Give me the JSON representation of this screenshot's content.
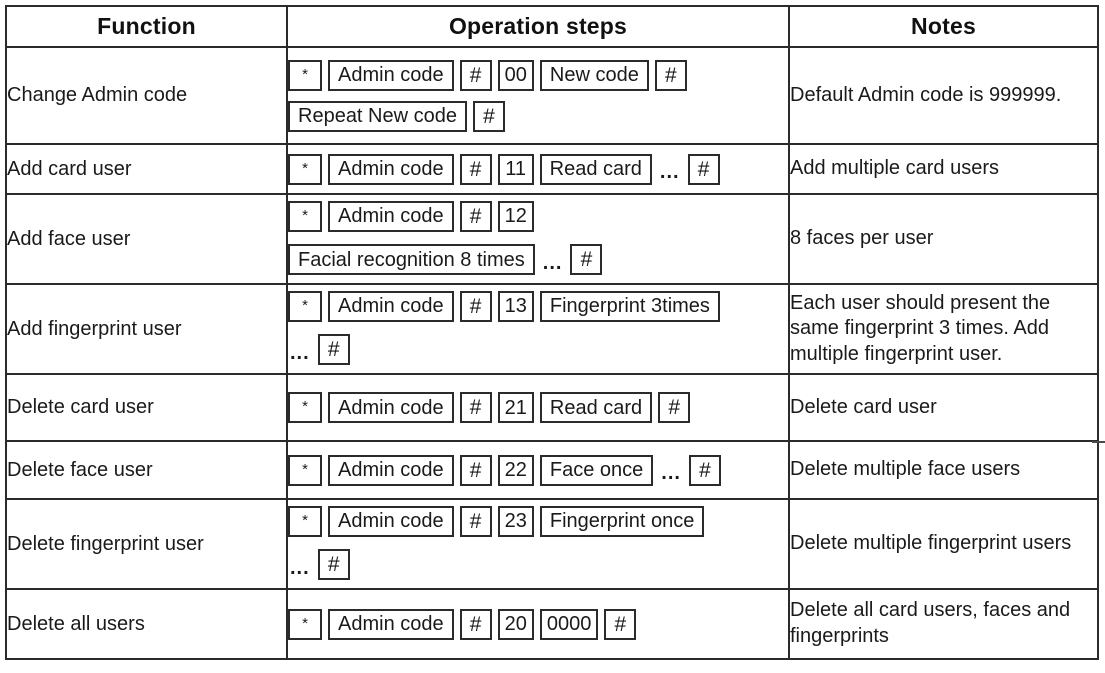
{
  "table": {
    "headers": {
      "function": "Function",
      "operation_steps": "Operation steps",
      "notes": "Notes"
    },
    "rows": [
      {
        "function": "Change Admin code",
        "steps_lines": [
          [
            {
              "type": "key",
              "style": "star",
              "text": "*"
            },
            {
              "type": "key",
              "style": "wide",
              "text": "Admin code"
            },
            {
              "type": "key",
              "style": "hash",
              "text": "#"
            },
            {
              "type": "key",
              "style": "num",
              "text": "00"
            },
            {
              "type": "key",
              "style": "wide",
              "text": "New code"
            },
            {
              "type": "key",
              "style": "hash",
              "text": "#"
            }
          ],
          [
            {
              "type": "key",
              "style": "wide",
              "text": "Repeat New code"
            },
            {
              "type": "key",
              "style": "hash",
              "text": "#"
            }
          ]
        ],
        "notes": "Default Admin code is 999999."
      },
      {
        "function": "Add card user",
        "steps_lines": [
          [
            {
              "type": "key",
              "style": "star",
              "text": "*"
            },
            {
              "type": "key",
              "style": "wide",
              "text": "Admin code"
            },
            {
              "type": "key",
              "style": "hash",
              "text": "#"
            },
            {
              "type": "key",
              "style": "num",
              "text": "11"
            },
            {
              "type": "key",
              "style": "wide",
              "text": "Read card"
            },
            {
              "type": "sep",
              "text": "..."
            },
            {
              "type": "key",
              "style": "hash",
              "text": "#"
            }
          ]
        ],
        "notes": "Add multiple card users"
      },
      {
        "function": "Add face user",
        "steps_lines": [
          [
            {
              "type": "key",
              "style": "star",
              "text": "*"
            },
            {
              "type": "key",
              "style": "wide",
              "text": "Admin code"
            },
            {
              "type": "key",
              "style": "hash",
              "text": "#"
            },
            {
              "type": "key",
              "style": "num",
              "text": "12"
            }
          ],
          [
            {
              "type": "key",
              "style": "wide",
              "text": "Facial recognition 8 times"
            },
            {
              "type": "sep",
              "text": "..."
            },
            {
              "type": "key",
              "style": "hash",
              "text": "#"
            }
          ]
        ],
        "notes": "8 faces per user"
      },
      {
        "function": "Add fingerprint user",
        "steps_lines": [
          [
            {
              "type": "key",
              "style": "star",
              "text": "*"
            },
            {
              "type": "key",
              "style": "wide",
              "text": "Admin code"
            },
            {
              "type": "key",
              "style": "hash",
              "text": "#"
            },
            {
              "type": "key",
              "style": "num",
              "text": "13"
            },
            {
              "type": "key",
              "style": "wide",
              "text": "Fingerprint 3times"
            }
          ],
          [
            {
              "type": "sep",
              "text": "..."
            },
            {
              "type": "key",
              "style": "hash",
              "text": "#"
            }
          ]
        ],
        "notes": "Each user should present the same fingerprint 3 times. Add multiple fingerprint user."
      },
      {
        "function": "Delete card user",
        "steps_lines": [
          [
            {
              "type": "key",
              "style": "star",
              "text": "*"
            },
            {
              "type": "key",
              "style": "wide",
              "text": "Admin code"
            },
            {
              "type": "key",
              "style": "hash",
              "text": "#"
            },
            {
              "type": "key",
              "style": "num",
              "text": "21"
            },
            {
              "type": "key",
              "style": "wide",
              "text": "Read card"
            },
            {
              "type": "key",
              "style": "hash",
              "text": "#"
            }
          ]
        ],
        "notes": "Delete card user"
      },
      {
        "function": "Delete face user",
        "steps_lines": [
          [
            {
              "type": "key",
              "style": "star",
              "text": "*"
            },
            {
              "type": "key",
              "style": "wide",
              "text": "Admin code"
            },
            {
              "type": "key",
              "style": "hash",
              "text": "#"
            },
            {
              "type": "key",
              "style": "num",
              "text": "22"
            },
            {
              "type": "key",
              "style": "wide",
              "text": "Face once"
            },
            {
              "type": "sep",
              "text": "..."
            },
            {
              "type": "key",
              "style": "hash",
              "text": "#"
            }
          ]
        ],
        "notes": "Delete multiple face users"
      },
      {
        "function": "Delete fingerprint user",
        "steps_lines": [
          [
            {
              "type": "key",
              "style": "star",
              "text": "*"
            },
            {
              "type": "key",
              "style": "wide",
              "text": "Admin code"
            },
            {
              "type": "key",
              "style": "hash",
              "text": "#"
            },
            {
              "type": "key",
              "style": "num",
              "text": "23"
            },
            {
              "type": "key",
              "style": "wide",
              "text": "Fingerprint once"
            }
          ],
          [
            {
              "type": "sep",
              "text": "..."
            },
            {
              "type": "key",
              "style": "hash",
              "text": "#"
            }
          ]
        ],
        "notes": "Delete multiple fingerprint users"
      },
      {
        "function": "Delete all users",
        "steps_lines": [
          [
            {
              "type": "key",
              "style": "star",
              "text": "*"
            },
            {
              "type": "key",
              "style": "wide",
              "text": "Admin code"
            },
            {
              "type": "key",
              "style": "hash",
              "text": "#"
            },
            {
              "type": "key",
              "style": "num",
              "text": "20"
            },
            {
              "type": "key",
              "style": "num",
              "text": "0000"
            },
            {
              "type": "key",
              "style": "hash",
              "text": "#"
            }
          ]
        ],
        "notes": "Delete all card users, faces and fingerprints"
      }
    ]
  },
  "colors": {
    "border": "#2b2b2b",
    "text": "#1a1a1a",
    "background": "#ffffff"
  }
}
